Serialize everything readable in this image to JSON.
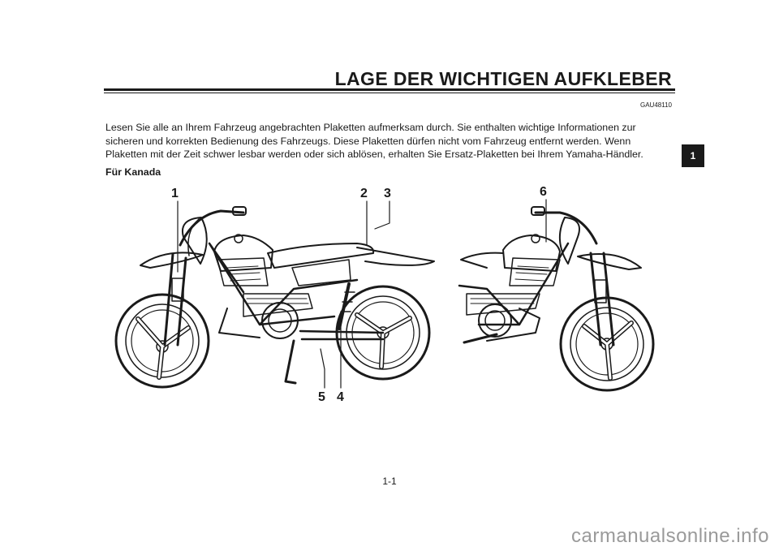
{
  "header": {
    "title": "LAGE DER WICHTIGEN AUFKLEBER",
    "code": "GAU48110"
  },
  "body": {
    "intro": "Lesen Sie alle an Ihrem Fahrzeug angebrachten Plaketten aufmerksam durch. Sie enthalten wichtige Informationen zur sicheren und korrekten Bedienung des Fahrzeugs. Diese Plaketten dürfen nicht vom Fahrzeug entfernt werden. Wenn Plaketten mit der Zeit schwer lesbar werden oder sich ablösen, erhalten Sie Ersatz-Plaketten bei Ihrem Yamaha-Händler.",
    "subheading": "Für Kanada"
  },
  "chapter_tab": "1",
  "callouts": [
    "1",
    "2",
    "3",
    "4",
    "5",
    "6"
  ],
  "footer": {
    "page_number": "1-1"
  },
  "watermark": "carmanualsonline.info"
}
